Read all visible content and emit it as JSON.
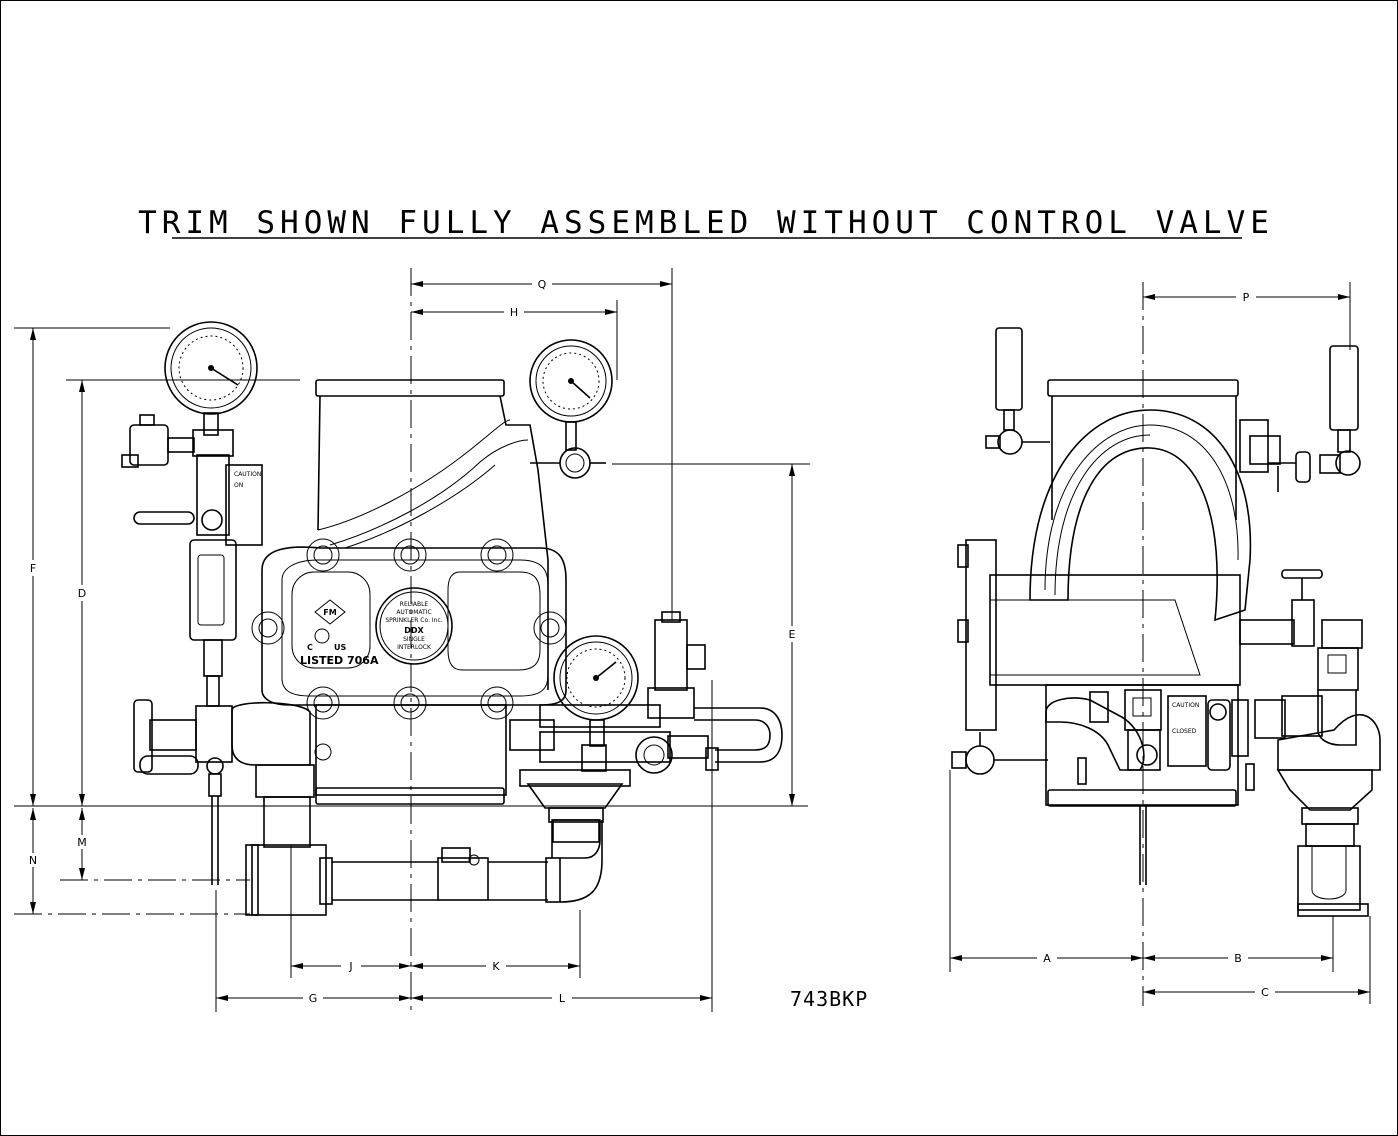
{
  "title": "TRIM SHOWN FULLY ASSEMBLED WITHOUT CONTROL VALVE",
  "drawing_code": "743BKP",
  "dimensions": [
    "Q",
    "H",
    "F",
    "D",
    "E",
    "M",
    "N",
    "J",
    "K",
    "G",
    "L",
    "P",
    "A",
    "B",
    "C"
  ],
  "labels": {
    "fm": "FM",
    "ul_c": "C",
    "ul_us": "US",
    "listed": "LISTED  706A",
    "nameplate": [
      "RELIABLE",
      "AUTOMATIC",
      "SPRINKLER Co. Inc.",
      "DDX",
      "SINGLE",
      "INTERLOCK"
    ],
    "caution": "CAUTION",
    "closed": "CLOSED",
    "on": "ON"
  }
}
